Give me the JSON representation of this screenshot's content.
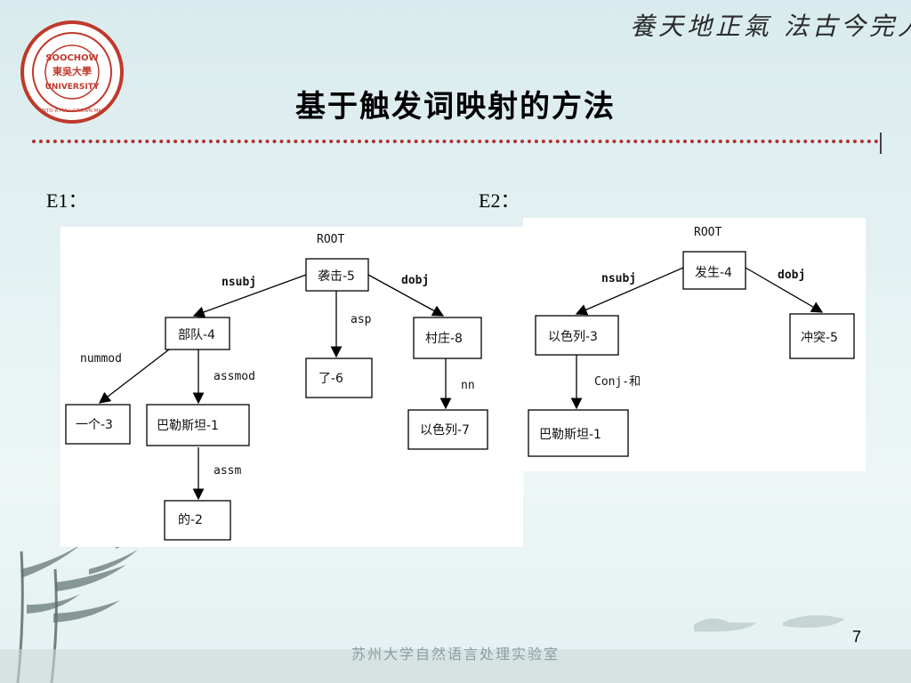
{
  "slide": {
    "title": "基于触发词映射的方法",
    "motto": "養天地正氣 法古今完人",
    "footer": "苏州大学自然语言处理实验室",
    "page_number": "7",
    "logo": {
      "text_top": "SOOCHOW",
      "text_mid": "UNIVERSITY",
      "text_bottom": "UNTO A FULL GROWN MAN",
      "center_glyphs": "東吳大學"
    }
  },
  "e1": {
    "label": "E1：",
    "root": "ROOT",
    "nodes": {
      "n5": "袭击-5",
      "n4": "部队-4",
      "n6": "了-6",
      "n8": "村庄-8",
      "n3": "一个-3",
      "n1": "巴勒斯坦-1",
      "n7": "以色列-7",
      "n2": "的-2"
    },
    "relations": {
      "nsubj": "nsubj",
      "asp": "asp",
      "dobj": "dobj",
      "nummod": "nummod",
      "assmod": "assmod",
      "nn": "nn",
      "assm": "assm"
    }
  },
  "e2": {
    "label": "E2：",
    "root": "ROOT",
    "nodes": {
      "n4": "发生-4",
      "n3": "以色列-3",
      "n5": "冲突-5",
      "n1": "巴勒斯坦-1"
    },
    "relations": {
      "nsubj": "nsubj",
      "dobj": "dobj",
      "conj": "Conj-和"
    }
  },
  "colors": {
    "accent_dotted_line": "#b03030",
    "logo_red": "#c0392b"
  }
}
